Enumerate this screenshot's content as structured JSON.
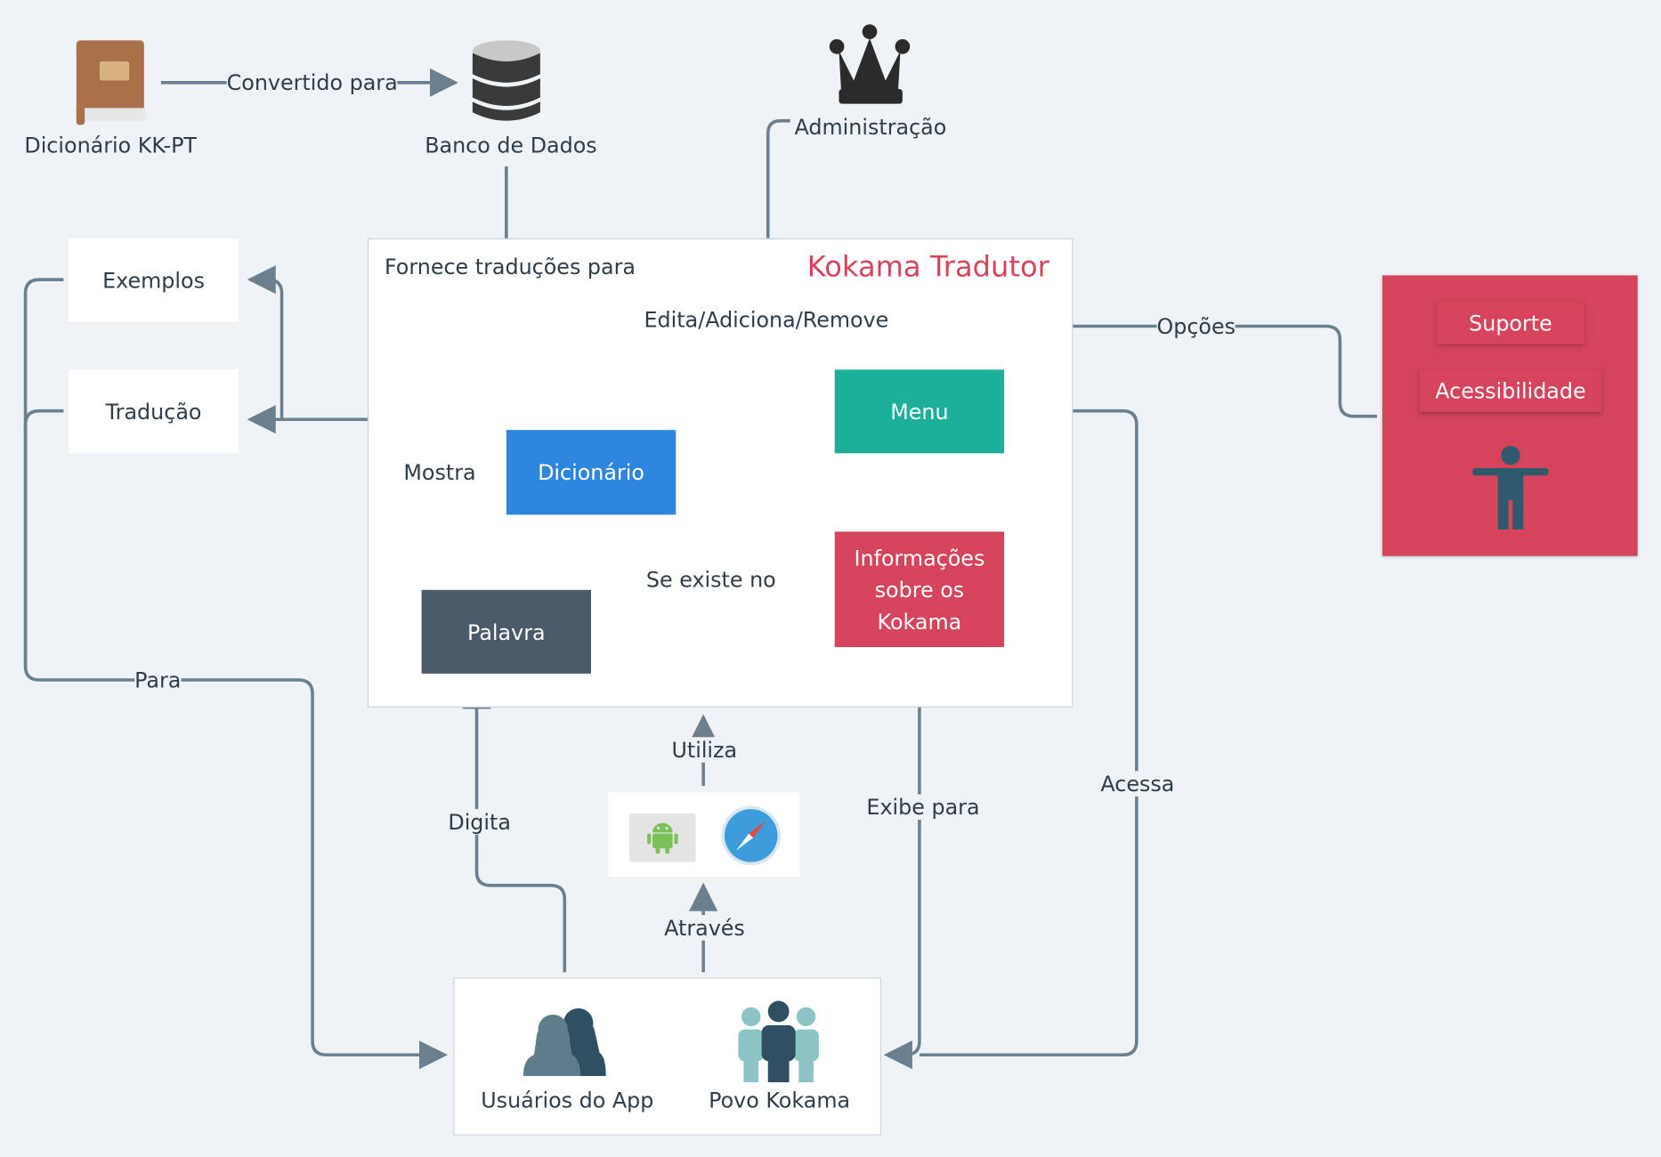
{
  "diagram": {
    "title": "Kokama Tradutor",
    "nodes": {
      "dicionario_kk_pt": "Dicionário KK-PT",
      "banco_de_dados": "Banco de Dados",
      "administracao": "Administração",
      "exemplos": "Exemplos",
      "traducao": "Tradução",
      "dicionario": "Dicionário",
      "palavra": "Palavra",
      "menu": "Menu",
      "informacoes": "Informações sobre os Kokama",
      "suporte": "Suporte",
      "acessibilidade": "Acessibilidade",
      "usuarios_do_app": "Usuários do App",
      "povo_kokama": "Povo Kokama"
    },
    "edges": {
      "convertido_para": "Convertido para",
      "fornece_traducoes_para": "Fornece traduções para",
      "edita_adiciona_remove": "Edita/Adiciona/Remove",
      "opcoes": "Opções",
      "mostra": "Mostra",
      "se_existe_no": "Se existe no",
      "para": "Para",
      "utiliza": "Utiliza",
      "digita": "Digita",
      "exibe_para": "Exibe para",
      "acessa": "Acessa",
      "atraves": "Através"
    },
    "colors": {
      "background": "#eff3f6",
      "line": "#6b7f8e",
      "title": "#d5445a",
      "dicionario": "#2e86de",
      "palavra": "#4a5a68",
      "menu": "#1cb09b",
      "informacoes": "#d5445a",
      "side_panel": "#d5445a"
    },
    "icons": [
      "book-icon",
      "database-icon",
      "crown-icon",
      "android-icon",
      "safari-compass-icon",
      "accessibility-person-icon",
      "users-icon",
      "people-group-icon"
    ]
  }
}
